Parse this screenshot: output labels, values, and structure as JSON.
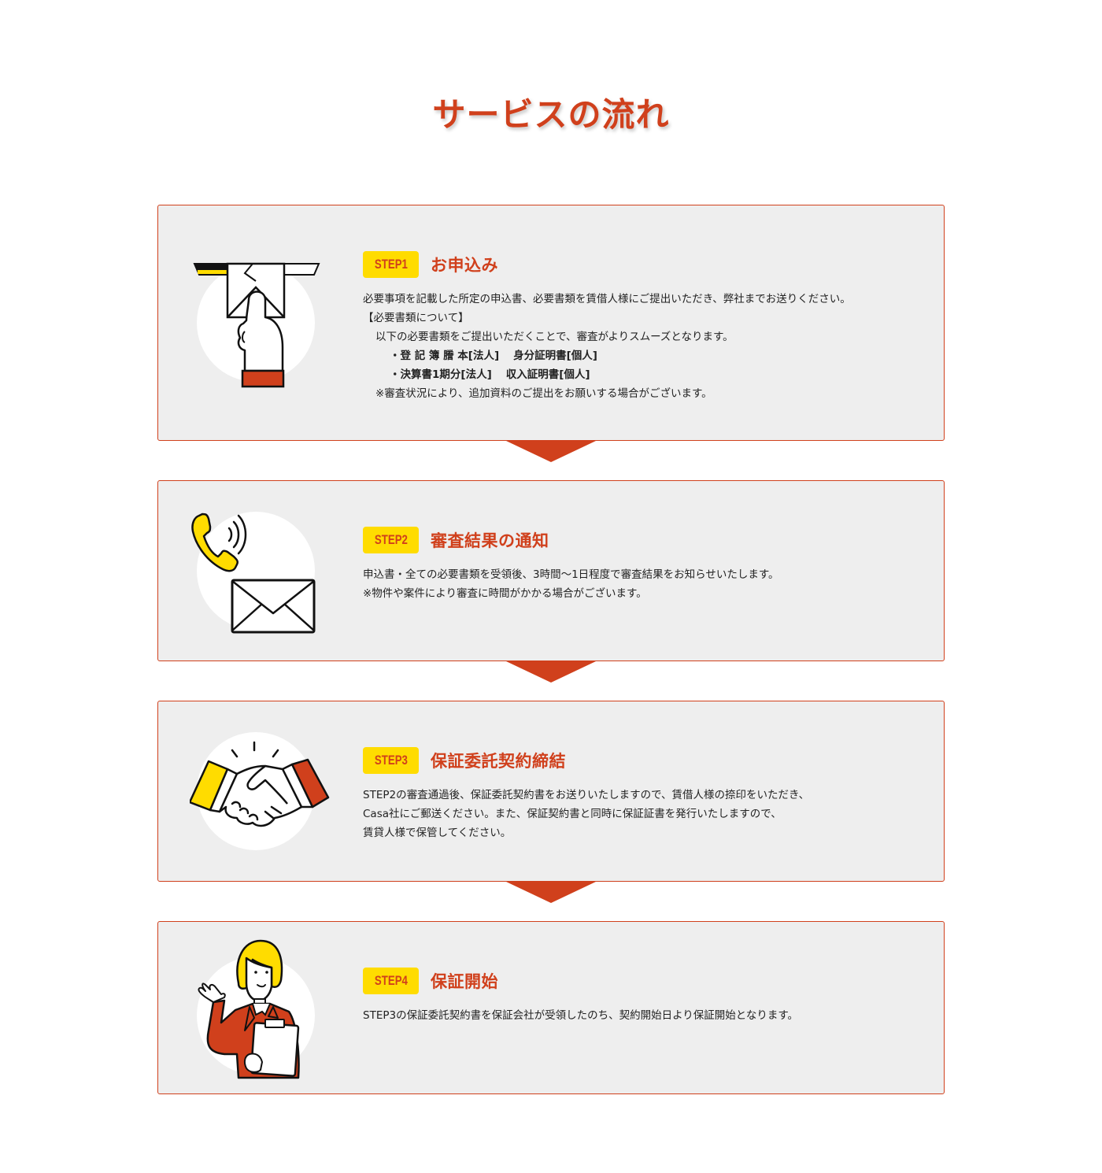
{
  "header": {
    "title": "サービスの流れ"
  },
  "colors": {
    "accent": "#d0401c",
    "badge_bg": "#ffdc00",
    "box_bg": "#eeeeee",
    "text": "#222222"
  },
  "steps": [
    {
      "badge": "STEP1",
      "title": "お申込み",
      "icon": "hand-inserting-envelope-icon",
      "lines": [
        "必要事項を記載した所定の申込書、必要書類を賃借人様にご提出いただき、弊社までお送りください。",
        "【必要書類について】",
        "以下の必要書類をご提出いただくことで、審査がよりスムーズとなります。"
      ],
      "documents": [
        {
          "corporate": "・登 記 簿 謄 本[法人]",
          "individual": "身分証明書[個人]"
        },
        {
          "corporate": "・決算書1期分[法人]",
          "individual": "収入証明書[個人]"
        }
      ],
      "note": "※審査状況により、追加資料のご提出をお願いする場合がございます。"
    },
    {
      "badge": "STEP2",
      "title": "審査結果の通知",
      "icon": "phone-and-mail-icon",
      "lines": [
        "申込書・全ての必要書類を受領後、3時間〜1日程度で審査結果をお知らせいたします。",
        "※物件や案件により審査に時間がかかる場合がございます。"
      ]
    },
    {
      "badge": "STEP3",
      "title": "保証委託契約締結",
      "icon": "handshake-icon",
      "lines": [
        "STEP2の審査通過後、保証委託契約書をお送りいたしますので、賃借人様の捺印をいただき、",
        "Casa社にご郵送ください。また、保証契約書と同時に保証証書を発行いたしますので、",
        "賃貸人様で保管してください。"
      ]
    },
    {
      "badge": "STEP4",
      "title": "保証開始",
      "icon": "woman-with-clipboard-icon",
      "lines": [
        "STEP3の保証委託契約書を保証会社が受領したのち、契約開始日より保証開始となります。"
      ]
    }
  ]
}
